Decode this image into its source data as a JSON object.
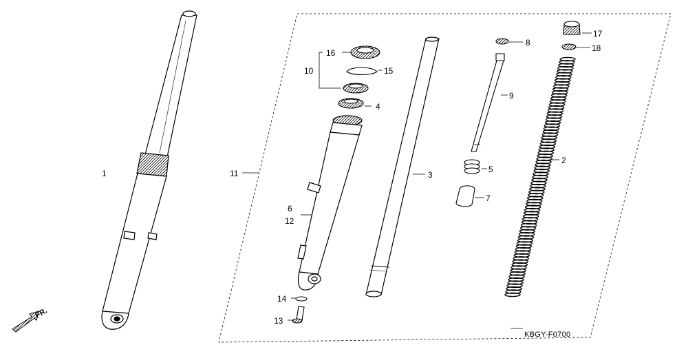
{
  "diagram": {
    "code": "KBGY-F0700",
    "direction_label": "FR.",
    "labels": {
      "p1": "1",
      "p2": "2",
      "p3": "3",
      "p4": "4",
      "p5": "5",
      "p6": "6",
      "p7": "7",
      "p8": "8",
      "p9": "9",
      "p10": "10",
      "p11": "11",
      "p12": "12",
      "p13": "13",
      "p14": "14",
      "p15": "15",
      "p16": "16",
      "p17": "17",
      "p18": "18"
    }
  }
}
